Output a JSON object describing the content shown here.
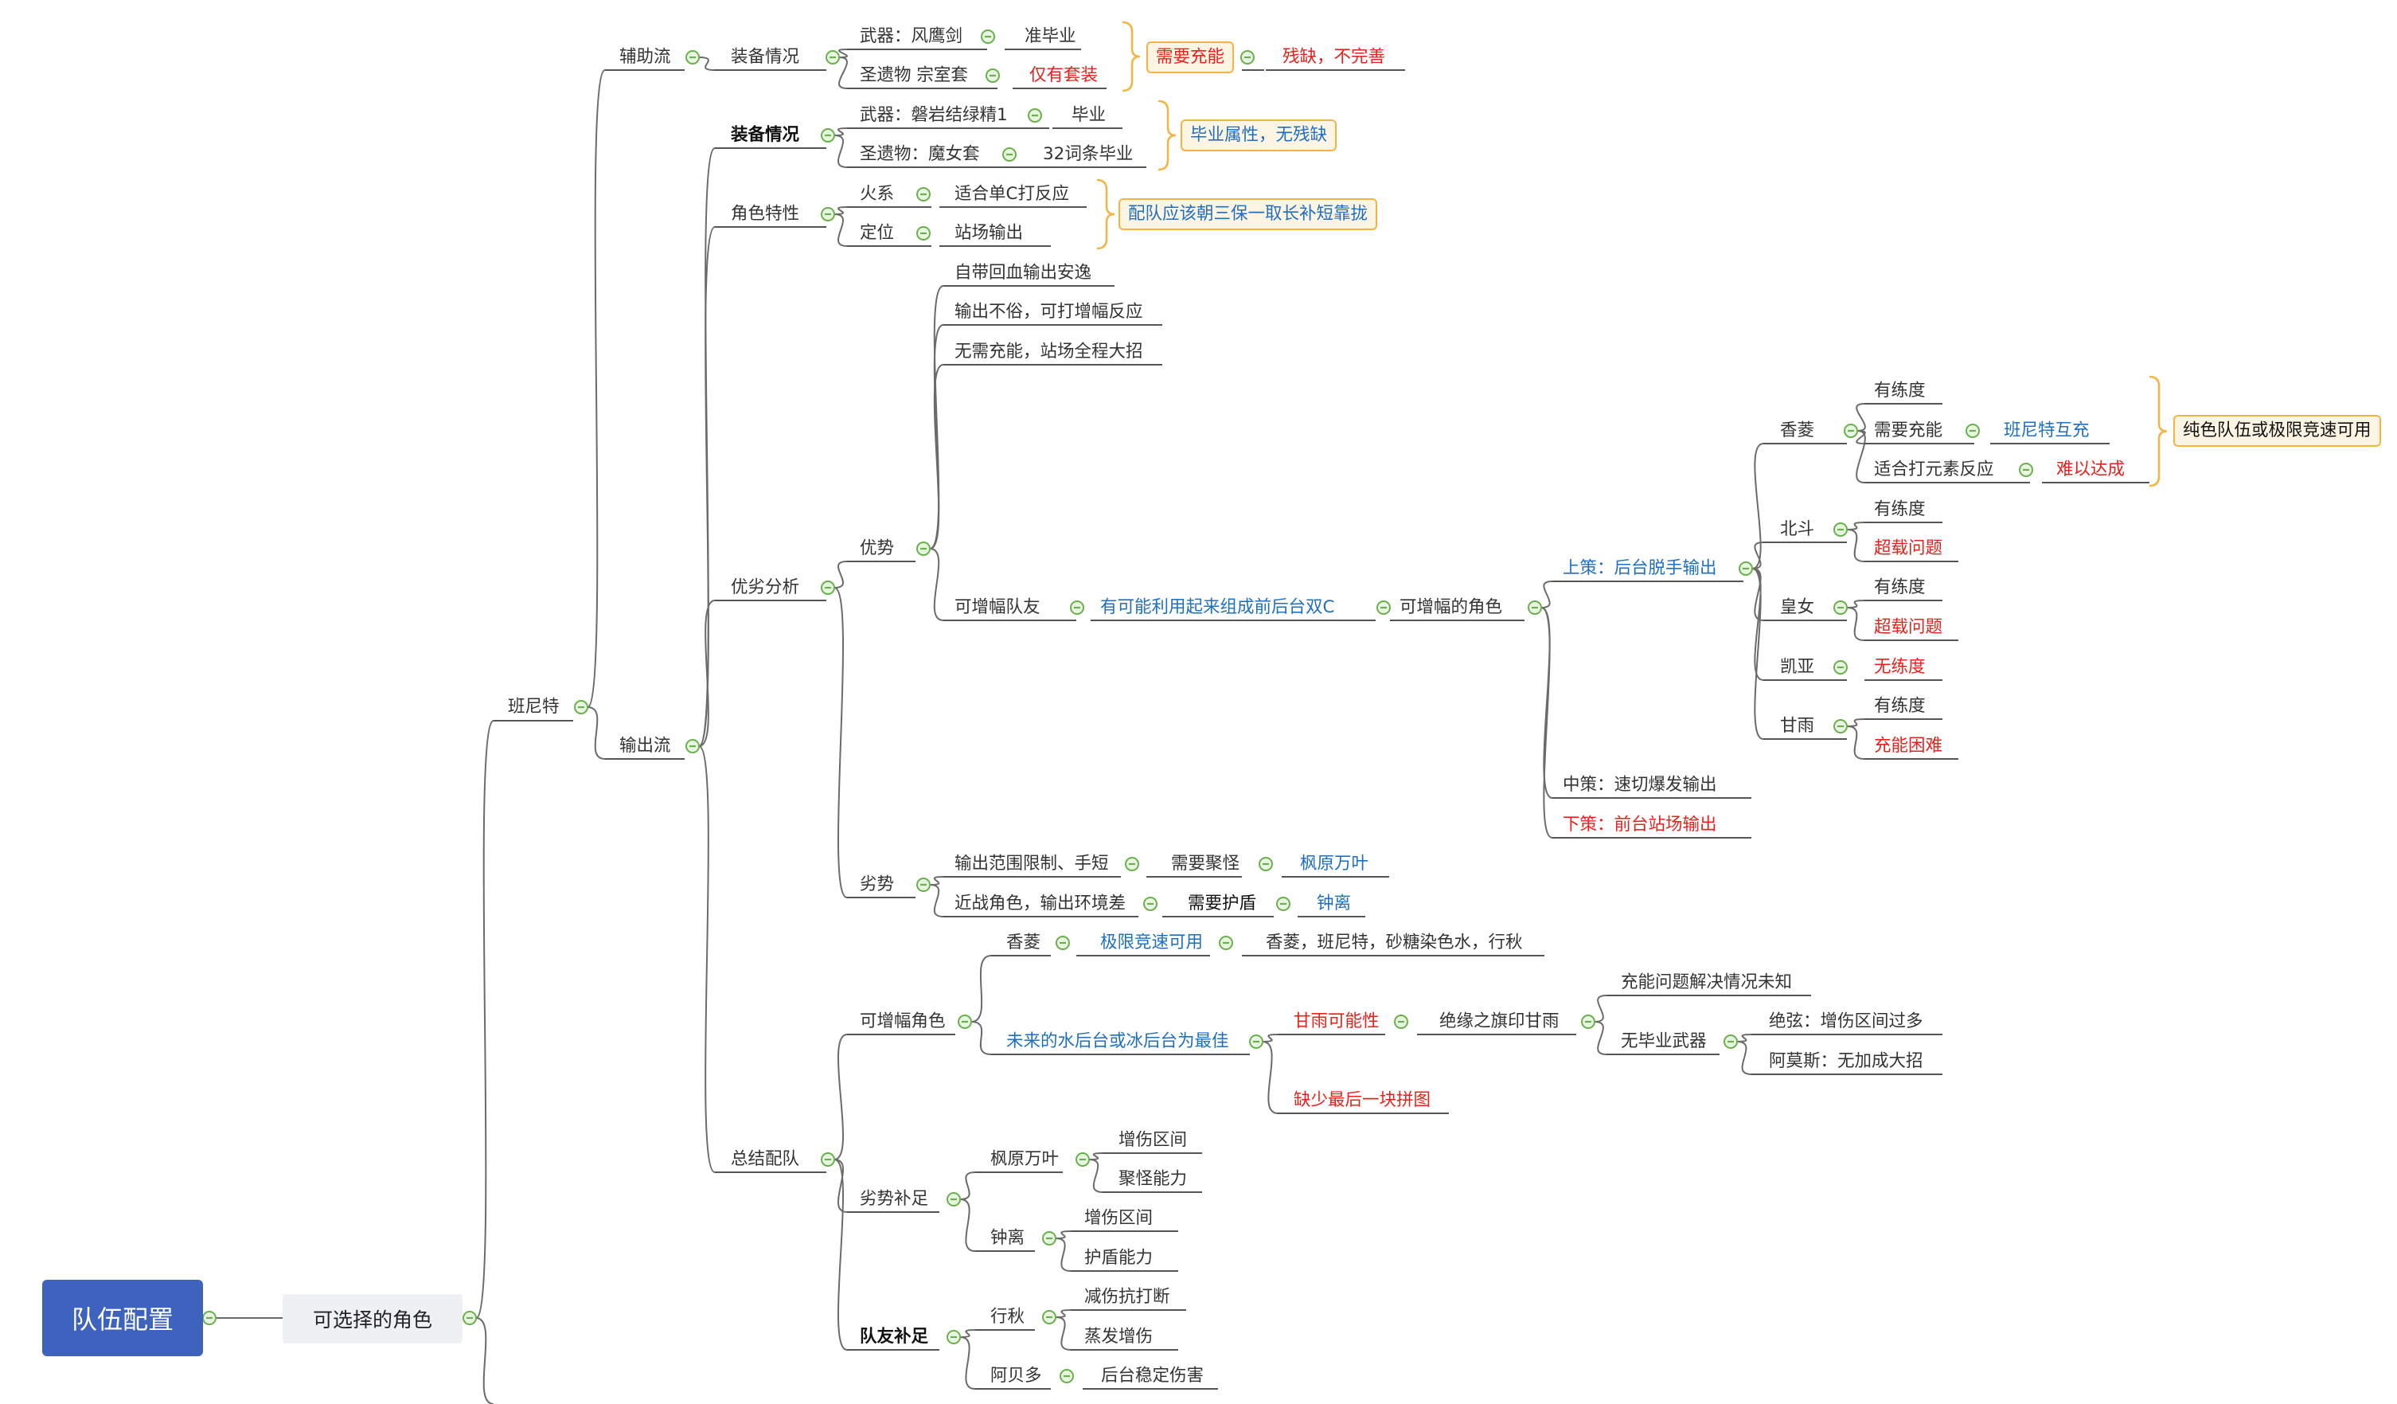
{
  "root": "队伍配置",
  "level1": "可选择的角色",
  "character": "班尼特",
  "support": {
    "label": "辅助流",
    "gear": "装备情况",
    "weapon": "武器：风鹰剑",
    "weapon_val": "准毕业",
    "artifact": "圣遗物 宗室套",
    "artifact_val": "仅有套装",
    "callout": "需要充能",
    "callout_val": "残缺，不完善"
  },
  "dps": {
    "label": "输出流",
    "gear": {
      "label": "装备情况",
      "weapon": "武器：磐岩结绿精1",
      "weapon_val": "毕业",
      "artifact": "圣遗物：魔女套",
      "artifact_val": "32词条毕业",
      "callout": "毕业属性，无残缺"
    },
    "trait": {
      "label": "角色特性",
      "element": "火系",
      "element_val": "适合单C打反应",
      "role": "定位",
      "role_val": "站场输出",
      "callout": "配队应该朝三保一取长补短靠拢"
    },
    "analysis": {
      "label": "优劣分析",
      "pros": {
        "label": "优势",
        "p1": "自带回血输出安逸",
        "p2": "输出不俗，可打增幅反应",
        "p3": "无需充能，站场全程大招",
        "p4": "可增幅队友",
        "p4_val": "有可能利用起来组成前后台双C",
        "p4_roles": "可增幅的角色",
        "upper": "上策：后台脱手输出",
        "mid": "中策：速切爆发输出",
        "lower": "下策：前台站场输出",
        "xiangling": {
          "name": "香菱",
          "a": "有练度",
          "b": "需要充能",
          "b_val": "班尼特互充",
          "c": "适合打元素反应",
          "c_val": "难以达成",
          "callout": "纯色队伍或极限竞速可用"
        },
        "beidou": {
          "name": "北斗",
          "a": "有练度",
          "b": "超载问题"
        },
        "fischl": {
          "name": "皇女",
          "a": "有练度",
          "b": "超载问题"
        },
        "kaeya": {
          "name": "凯亚",
          "a": "无练度"
        },
        "ganyu": {
          "name": "甘雨",
          "a": "有练度",
          "b": "充能困难"
        }
      },
      "cons": {
        "label": "劣势",
        "c1": "输出范围限制、手短",
        "c1_need": "需要聚怪",
        "c1_who": "枫原万叶",
        "c2": "近战角色，输出环境差",
        "c2_need": "需要护盾",
        "c2_who": "钟离"
      }
    },
    "summary": {
      "label": "总结配队",
      "amp": {
        "label": "可增幅角色",
        "xiangling": "香菱",
        "xiangling_val": "极限竞速可用",
        "xiangling_team": "香菱，班尼特，砂糖染色水，行秋",
        "future": "未来的水后台或冰后台为最佳",
        "ganyu": "甘雨可能性",
        "ganyu_set": "绝缘之旗印甘雨",
        "energy": "充能问题解决情况未知",
        "noweapon": "无毕业武器",
        "juexian": "绝弦：增伤区间过多",
        "amos": "阿莫斯：无加成大招",
        "lastpiece": "缺少最后一块拼图"
      },
      "weak": {
        "label": "劣势补足",
        "kazuha": "枫原万叶",
        "kazuha_a": "增伤区间",
        "kazuha_b": "聚怪能力",
        "zhongli": "钟离",
        "zhongli_a": "增伤区间",
        "zhongli_b": "护盾能力"
      },
      "team": {
        "label": "队友补足",
        "xingqiu": "行秋",
        "xingqiu_a": "减伤抗打断",
        "xingqiu_b": "蒸发增伤",
        "albedo": "阿贝多",
        "albedo_a": "后台稳定伤害"
      }
    }
  },
  "colors": {
    "root": "#3d63bf",
    "blue_text": "#1e6fc2",
    "red_text": "#e8211c",
    "callout_border": "#f5b342",
    "collapse_icon": "#6ab04c"
  }
}
